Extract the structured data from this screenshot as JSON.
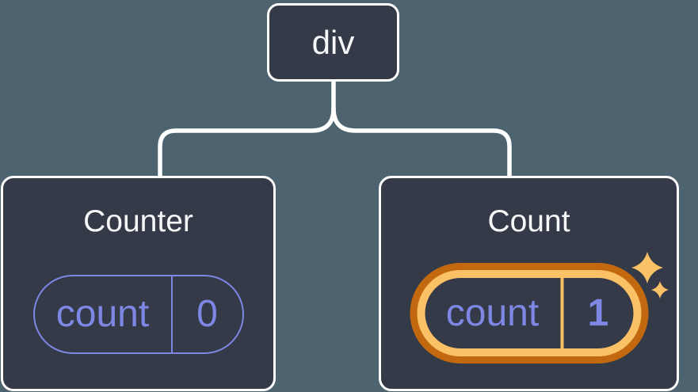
{
  "colors": {
    "page_bg": "#4d6470",
    "card_bg": "#343a48",
    "card_border": "#ffffff",
    "connector": "#ffffff",
    "title_text": "#f6f7f9",
    "state_accent": "#7e87e4",
    "highlight_outer": "#c2690f",
    "highlight_inner": "#fbc166",
    "sparkle": "#fbc166"
  },
  "tree": {
    "root": {
      "label": "div"
    },
    "children": [
      {
        "title": "Counter",
        "state": {
          "name": "count",
          "value": "0"
        },
        "highlighted": false
      },
      {
        "title": "Count",
        "state": {
          "name": "count",
          "value": "1"
        },
        "highlighted": true
      }
    ]
  },
  "icons": {
    "sparkles": "✦✧ four-point sparkle stars"
  }
}
